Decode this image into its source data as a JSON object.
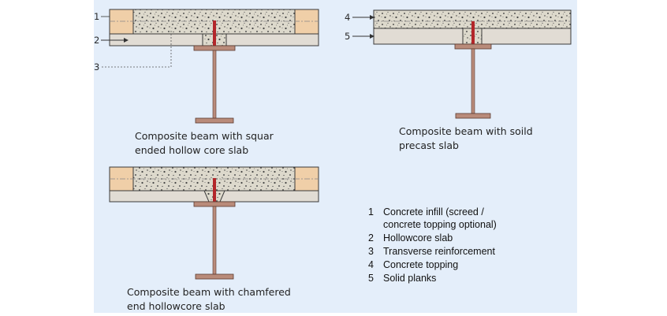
{
  "colors": {
    "background": "#e4eefa",
    "concrete": "#ddd9cc",
    "hollowcore": "#f0cfa8",
    "plank": "#e1dcd4",
    "steel": "#b98b7a",
    "rebar": "#b3262a",
    "outline": "#3a3a3a"
  },
  "callouts": {
    "d1_label1": "1",
    "d1_label2": "2",
    "d1_label3": "3",
    "d2_label4": "4",
    "d2_label5": "5"
  },
  "captions": {
    "square_line1": "Composite beam with squar",
    "square_line2": "ended hollow core slab",
    "solid_line1": "Composite beam with soild",
    "solid_line2": "precast slab",
    "chamfer_line1": "Composite beam with chamfered",
    "chamfer_line2": "end hollowcore slab"
  },
  "legend": [
    {
      "number": "1",
      "text_line1": "Concrete infill (screed /",
      "text_line2": "concrete topping optional)"
    },
    {
      "number": "2",
      "text_line1": "Hollowcore slab"
    },
    {
      "number": "3",
      "text_line1": "Transverse reinforcement"
    },
    {
      "number": "4",
      "text_line1": "Concrete topping"
    },
    {
      "number": "5",
      "text_line1": "Solid planks"
    }
  ]
}
